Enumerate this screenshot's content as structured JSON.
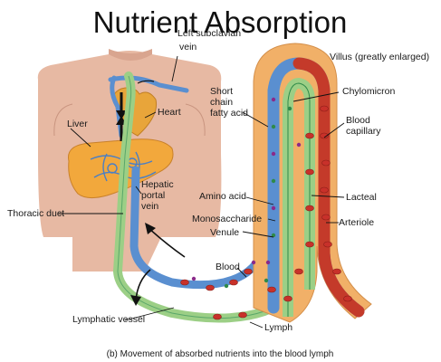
{
  "title": "Nutrient Absorption",
  "caption": "(b) Movement of absorbed nutrients into the blood lymph",
  "labels": {
    "left_subclavian_1": "Left subclavian",
    "left_subclavian_2": "vein",
    "heart": "Heart",
    "liver": "Liver",
    "hepatic_1": "Hepatic",
    "hepatic_2": "portal",
    "hepatic_3": "vein",
    "thoracic_duct": "Thoracic duct",
    "short_chain_1": "Short",
    "short_chain_2": "chain",
    "short_chain_3": "fatty acid",
    "villus": "Villus (greatly enlarged)",
    "chylomicron": "Chylomicron",
    "blood_capillary_1": "Blood",
    "blood_capillary_2": "capillary",
    "amino_acid": "Amino acid",
    "lacteal": "Lacteal",
    "monosaccharide": "Monosaccharide",
    "arteriole": "Arteriole",
    "venule": "Venule",
    "blood": "Blood",
    "lymphatic_vessel": "Lymphatic vessel",
    "lymph": "Lymph"
  },
  "colors": {
    "skin": "#e7b9a3",
    "liver": "#f2a83c",
    "heart": "#e8a53a",
    "vein_blue": "#5a8fd0",
    "lymph_green": "#9ccf86",
    "lymph_dark": "#2f8a4a",
    "artery_red": "#c43a2a",
    "villus_orange": "#f1b068",
    "rbc": "#c8312a",
    "chylo": "#8a2a8a"
  }
}
